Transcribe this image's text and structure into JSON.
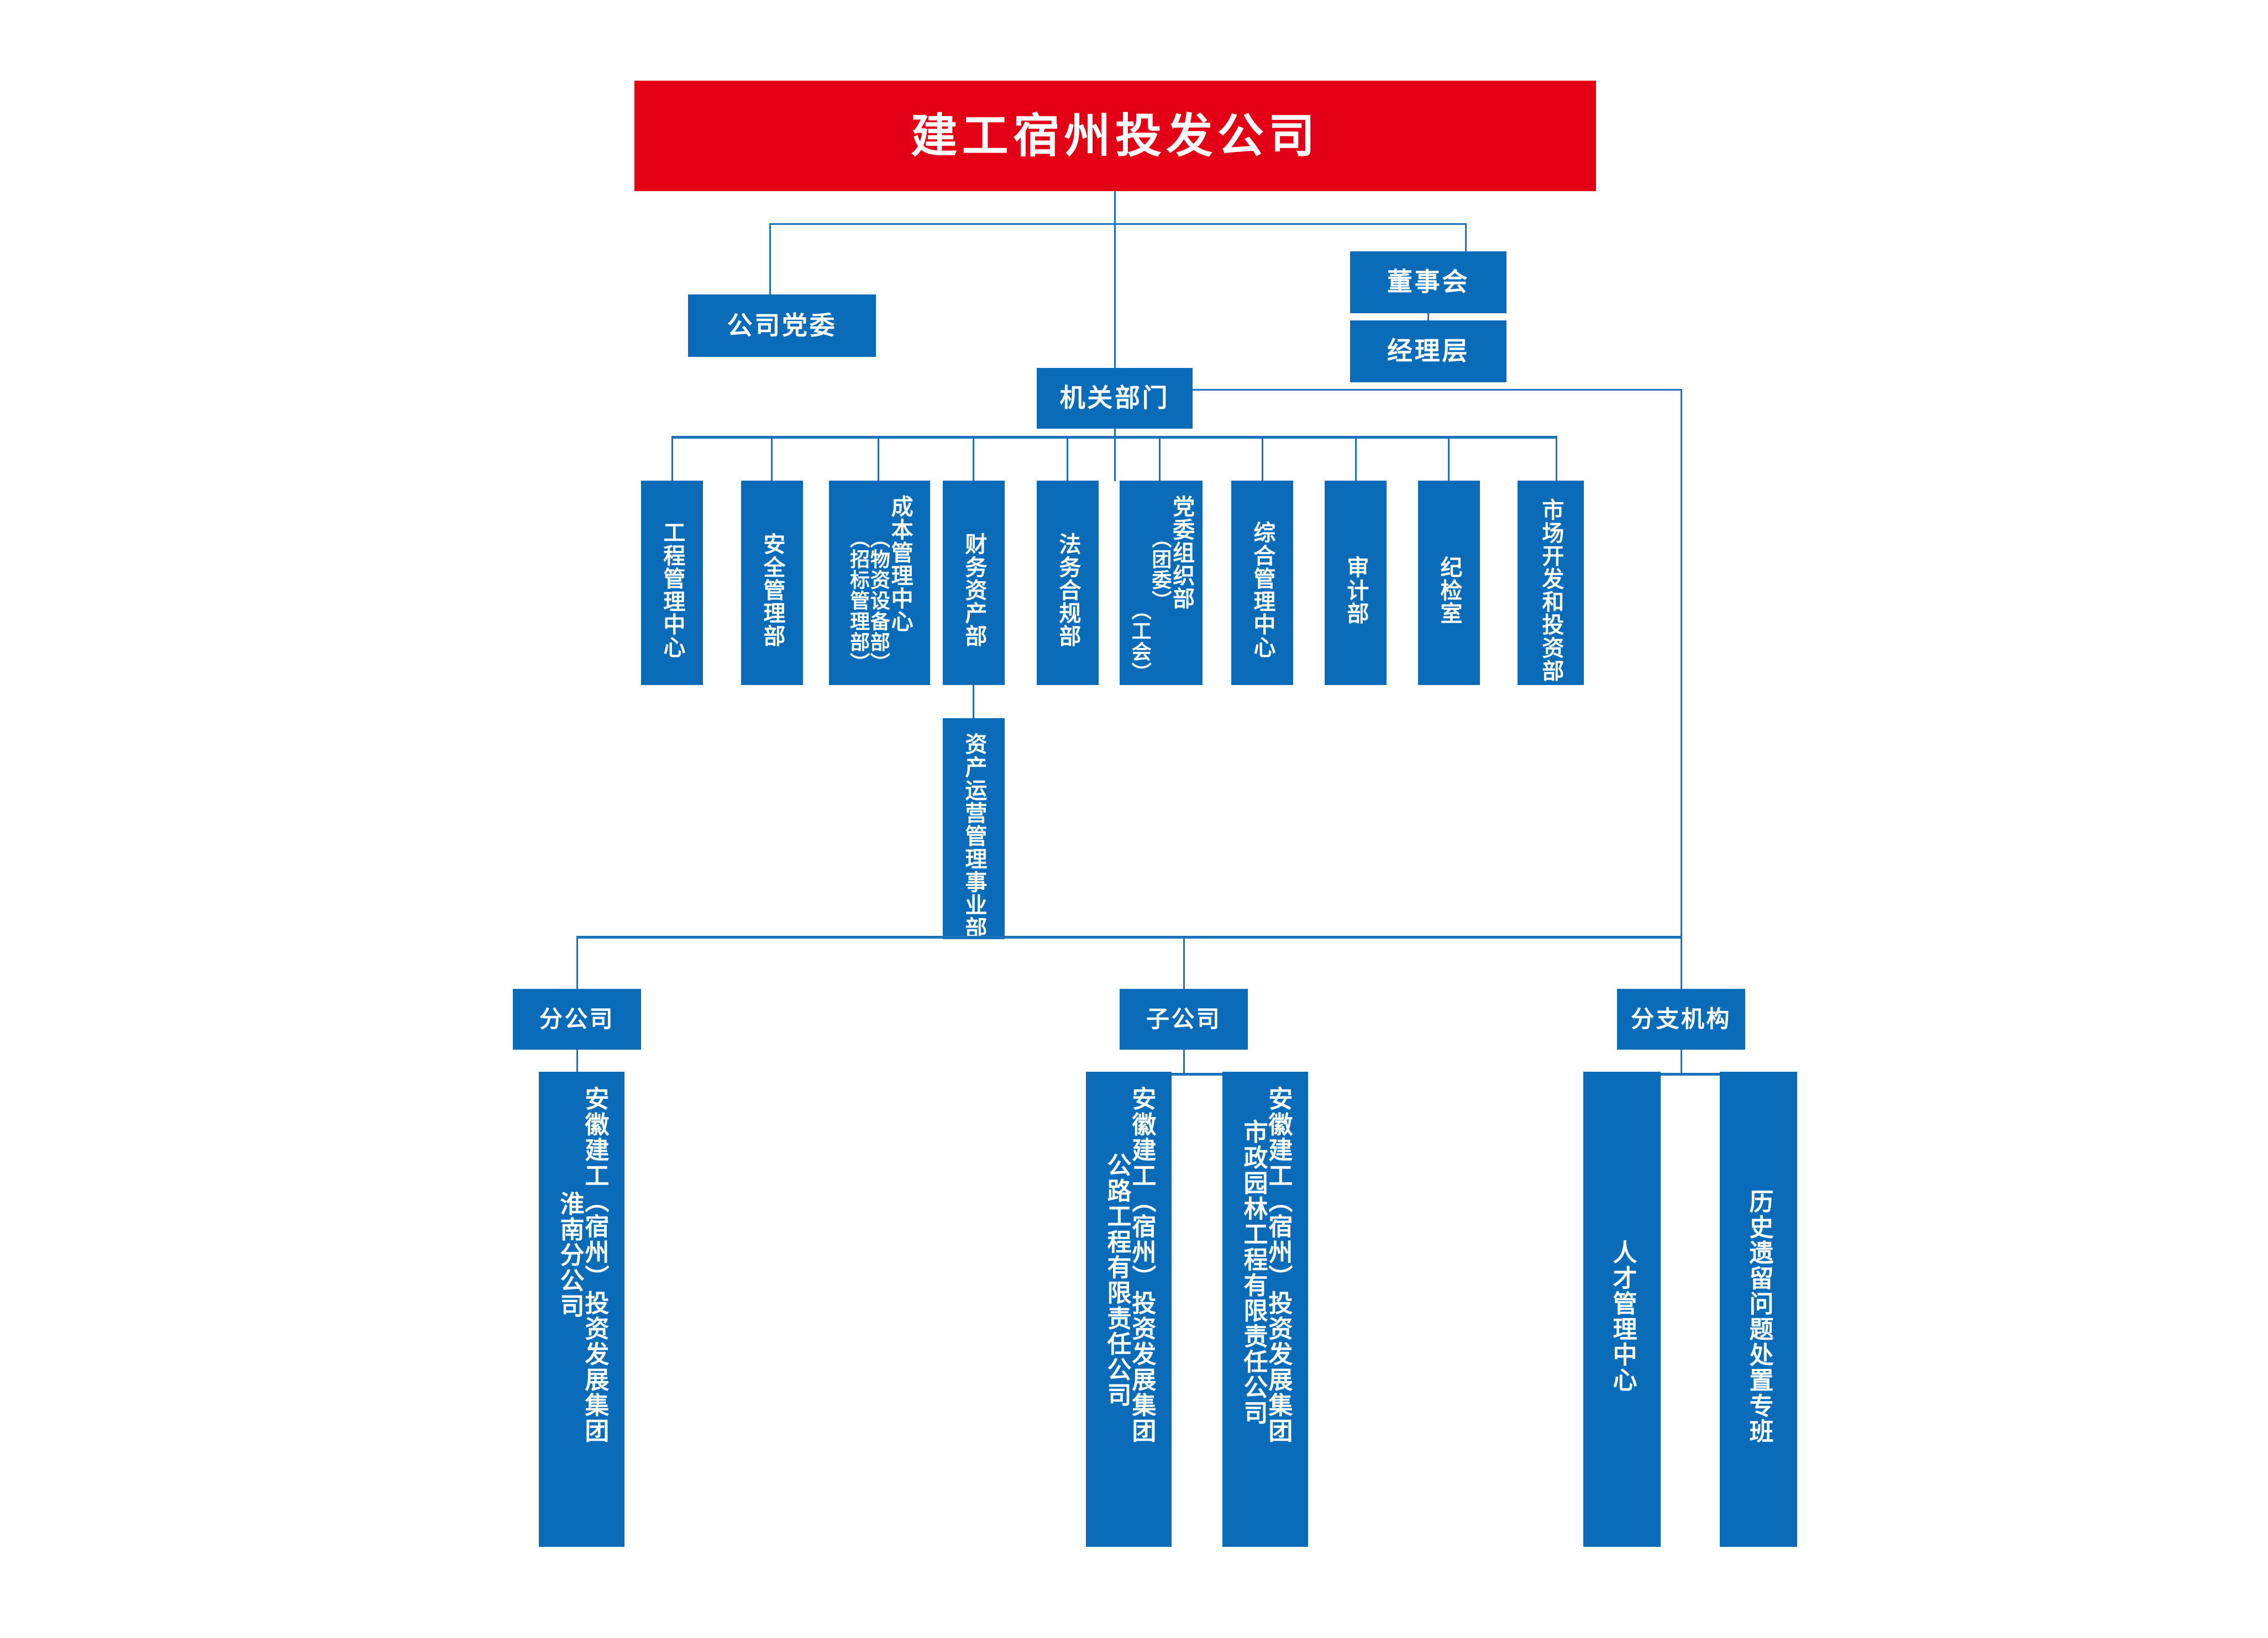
{
  "chart_title": "建工宿州投发公司",
  "colors": {
    "root_red": "#E30016",
    "node_blue": "#0A6BB8",
    "line_blue": "#1B72B8",
    "text_white": "#FFFFFF",
    "background": "#FFFFFF"
  },
  "root": {
    "label": "建工宿州投发公司"
  },
  "tier2": {
    "party": {
      "label": "公司党委"
    },
    "board": {
      "label": "董事会"
    },
    "management": {
      "label": "经理层"
    },
    "departments_head": {
      "label": "机关部门"
    }
  },
  "departments": [
    {
      "id": "engineering",
      "cols": [
        "工程管理中心"
      ]
    },
    {
      "id": "safety",
      "cols": [
        "安全管理部"
      ]
    },
    {
      "id": "cost",
      "cols": [
        "成本管理中心",
        "（物资设备部）",
        "（招标管理部）"
      ]
    },
    {
      "id": "finance",
      "cols": [
        "财务资产部"
      ]
    },
    {
      "id": "legal",
      "cols": [
        "法务合规部"
      ]
    },
    {
      "id": "party-org",
      "cols": [
        "党委组织部",
        "（团委）",
        "（工会）"
      ]
    },
    {
      "id": "general",
      "cols": [
        "综合管理中心"
      ]
    },
    {
      "id": "audit",
      "cols": [
        "审计部"
      ]
    },
    {
      "id": "discipline",
      "cols": [
        "纪检室"
      ]
    },
    {
      "id": "market",
      "cols": [
        "市场开发和投资部"
      ]
    }
  ],
  "sub_department": {
    "id": "asset-ops",
    "parent": "财务资产部",
    "cols": [
      "资产运营管理事业部"
    ]
  },
  "groups": [
    {
      "id": "branch-company",
      "label": "分公司",
      "children": [
        {
          "id": "huainan-branch",
          "cols": [
            "安徽建工（宿州）投资发展集团",
            "淮南分公司"
          ]
        }
      ]
    },
    {
      "id": "subsidiary",
      "label": "子公司",
      "children": [
        {
          "id": "highway",
          "cols": [
            "安徽建工（宿州）投资发展集团",
            "公路工程有限责任公司"
          ]
        },
        {
          "id": "landscape",
          "cols": [
            "安徽建工（宿州）投资发展集团",
            "市政园林工程有限责任公司"
          ]
        }
      ]
    },
    {
      "id": "branch-org",
      "label": "分支机构",
      "children": [
        {
          "id": "talent",
          "cols": [
            "人才管理中心"
          ]
        },
        {
          "id": "legacy",
          "cols": [
            "历史遗留问题处置专班"
          ]
        }
      ]
    }
  ]
}
